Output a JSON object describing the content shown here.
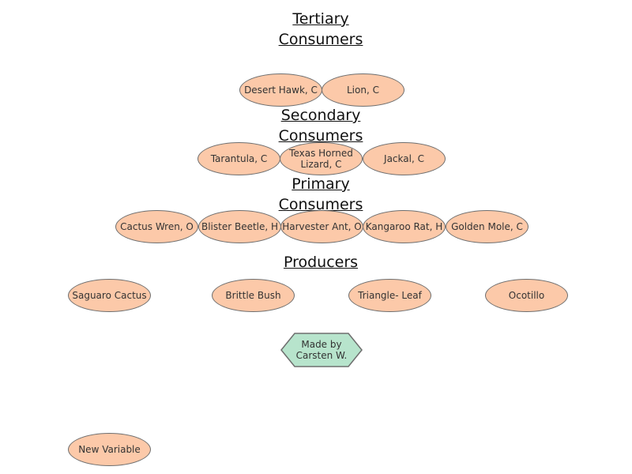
{
  "colors": {
    "node_fill": "#fcc9a9",
    "node_border": "#6e6e6e",
    "credit_fill": "#b7e4cc"
  },
  "headings": {
    "tertiary": "Tertiary\nConsumers",
    "secondary": "Secondary\nConsumers",
    "primary": "Primary\nConsumers",
    "producers": "Producers"
  },
  "tertiary": [
    "Desert Hawk, C",
    "Lion, C"
  ],
  "secondary": [
    "Tarantula, C",
    "Texas Horned\nLizard, C",
    "Jackal, C"
  ],
  "primary": [
    "Cactus Wren, O",
    "Blister Beetle, H",
    "Harvester Ant, O",
    "Kangaroo Rat, H",
    "Golden Mole, C"
  ],
  "producers": [
    "Saguaro Cactus",
    "Brittle Bush",
    "Triangle- Leaf",
    "Ocotillo"
  ],
  "credit": "Made by\nCarsten W.",
  "variable": "New Variable"
}
